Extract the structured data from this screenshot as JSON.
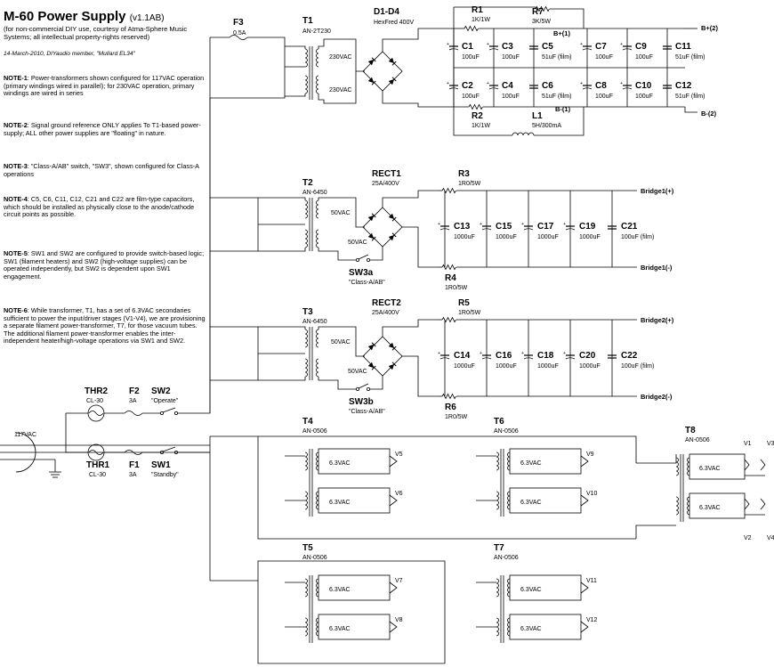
{
  "header": {
    "title": "M-60 Power Supply",
    "version": "(v1.1AB)",
    "subtitle": "(for non-commercial DIY use, courtesy of Atma-Sphere Music Systems; all intellectual property-rights reserved)",
    "date": "14-March-2010, DIYaudio member, \"Mullard EL34\""
  },
  "notes": [
    {
      "key": "NOTE-1",
      "text": ": Power-transformers shown configured for 117VAC operation (primary windings wired in parallel); for 230VAC operation, primary windings are wired in series"
    },
    {
      "key": "NOTE-2",
      "text": ": Signal ground reference ONLY applies To T1-based power-supply; ALL other power supplies are \"floating\" in nature."
    },
    {
      "key": "NOTE-3",
      "text": ": \"Class-A/AB\" switch, \"SW3\", shown configured for Class-A operations"
    },
    {
      "key": "NOTE-4",
      "text": ": C5, C6, C11, C12, C21 and C22 are film-type capacitors, which should be installed as physically close to the anode/cathode circuit points as possible."
    },
    {
      "key": "NOTE-5",
      "text": ": SW1 and SW2 are configured to provide switch-based logic; SW1 (filament heaters) and SW2 (high-voltage supplies) can be operated independently, but SW2 is dependent upon SW1 engagement."
    },
    {
      "key": "NOTE-6",
      "text": ": While transformer, T1, has a set of 6.3VAC secondaries sufficient to power the input/driver stages (V1-V4), we are provisioning a separate filament power-transformer, T7, for those vacuum tubes. The additional filament power-transformer enables the inter-independent heater/high-voltage operations via SW1 and SW2."
    }
  ],
  "input": {
    "mains": "117VAC"
  },
  "components": {
    "F3": {
      "name": "F3",
      "value": "0.5A"
    },
    "T1": {
      "name": "T1",
      "value": "AN-2T230",
      "sec1": "230VAC",
      "sec2": "230VAC"
    },
    "D1D4": {
      "name": "D1-D4",
      "value": "HexFred 400V"
    },
    "R1": {
      "name": "R1",
      "value": "1K/1W"
    },
    "R2": {
      "name": "R2",
      "value": "1K/1W"
    },
    "R7": {
      "name": "R7",
      "value": "3K/5W"
    },
    "L1": {
      "name": "L1",
      "value": "5H/300mA"
    },
    "T2": {
      "name": "T2",
      "value": "AN-6450",
      "sec1": "50VAC",
      "sec2": "50VAC"
    },
    "T3": {
      "name": "T3",
      "value": "AN-6450",
      "sec1": "50VAC",
      "sec2": "50VAC"
    },
    "RECT1": {
      "name": "RECT1",
      "value": "25A/400V"
    },
    "RECT2": {
      "name": "RECT2",
      "value": "25A/400V"
    },
    "R3": {
      "name": "R3",
      "value": "1R0/5W"
    },
    "R4": {
      "name": "R4",
      "value": "1R0/5W"
    },
    "R5": {
      "name": "R5",
      "value": "1R0/5W"
    },
    "R6": {
      "name": "R6",
      "value": "1R0/5W"
    },
    "SW3a": {
      "name": "SW3a",
      "desc": "\"Class-A/AB\""
    },
    "SW3b": {
      "name": "SW3b",
      "desc": "\"Class-A/AB\""
    },
    "THR1": {
      "name": "THR1",
      "value": "CL-30"
    },
    "THR2": {
      "name": "THR2",
      "value": "CL-30"
    },
    "F1": {
      "name": "F1",
      "value": "3A"
    },
    "F2": {
      "name": "F2",
      "value": "3A"
    },
    "SW1": {
      "name": "SW1",
      "desc": "\"Standby\""
    },
    "SW2": {
      "name": "SW2",
      "desc": "\"Operate\""
    },
    "T4": {
      "name": "T4",
      "value": "AN-0506"
    },
    "T5": {
      "name": "T5",
      "value": "AN-0506"
    },
    "T6": {
      "name": "T6",
      "value": "AN-0506"
    },
    "T7": {
      "name": "T7",
      "value": "AN-0506"
    },
    "T8": {
      "name": "T8",
      "value": "AN-0506"
    },
    "fil_voltage": "6.3VAC"
  },
  "hv_caps": [
    {
      "name": "C1",
      "value": "100uF"
    },
    {
      "name": "C3",
      "value": "100uF"
    },
    {
      "name": "C5",
      "value": "51uF (film)"
    },
    {
      "name": "C7",
      "value": "100uF"
    },
    {
      "name": "C9",
      "value": "100uF"
    },
    {
      "name": "C11",
      "value": "51uF (film)"
    },
    {
      "name": "C2",
      "value": "100uF"
    },
    {
      "name": "C4",
      "value": "100uF"
    },
    {
      "name": "C6",
      "value": "51uF (film)"
    },
    {
      "name": "C8",
      "value": "100uF"
    },
    {
      "name": "C10",
      "value": "100uF"
    },
    {
      "name": "C12",
      "value": "51uF (film)"
    }
  ],
  "bridge1_caps": [
    {
      "name": "C13",
      "value": "1000uF"
    },
    {
      "name": "C15",
      "value": "1000uF"
    },
    {
      "name": "C17",
      "value": "1000uF"
    },
    {
      "name": "C19",
      "value": "1000uF"
    },
    {
      "name": "C21",
      "value": "100uF (film)"
    }
  ],
  "bridge2_caps": [
    {
      "name": "C14",
      "value": "1000uF"
    },
    {
      "name": "C16",
      "value": "1000uF"
    },
    {
      "name": "C18",
      "value": "1000uF"
    },
    {
      "name": "C20",
      "value": "1000uF"
    },
    {
      "name": "C22",
      "value": "100uF (film)"
    }
  ],
  "terminals": {
    "bp1": "B+(1)",
    "bp2": "B+(2)",
    "bm1": "B-(1)",
    "bm2": "B-(2)",
    "b1p": "Bridge1(+)",
    "b1m": "Bridge1(-)",
    "b2p": "Bridge2(+)",
    "b2m": "Bridge2(-)"
  },
  "tubes": [
    "V1",
    "V2",
    "V3",
    "V4",
    "V5",
    "V6",
    "V7",
    "V8",
    "V9",
    "V10",
    "V11",
    "V12"
  ]
}
